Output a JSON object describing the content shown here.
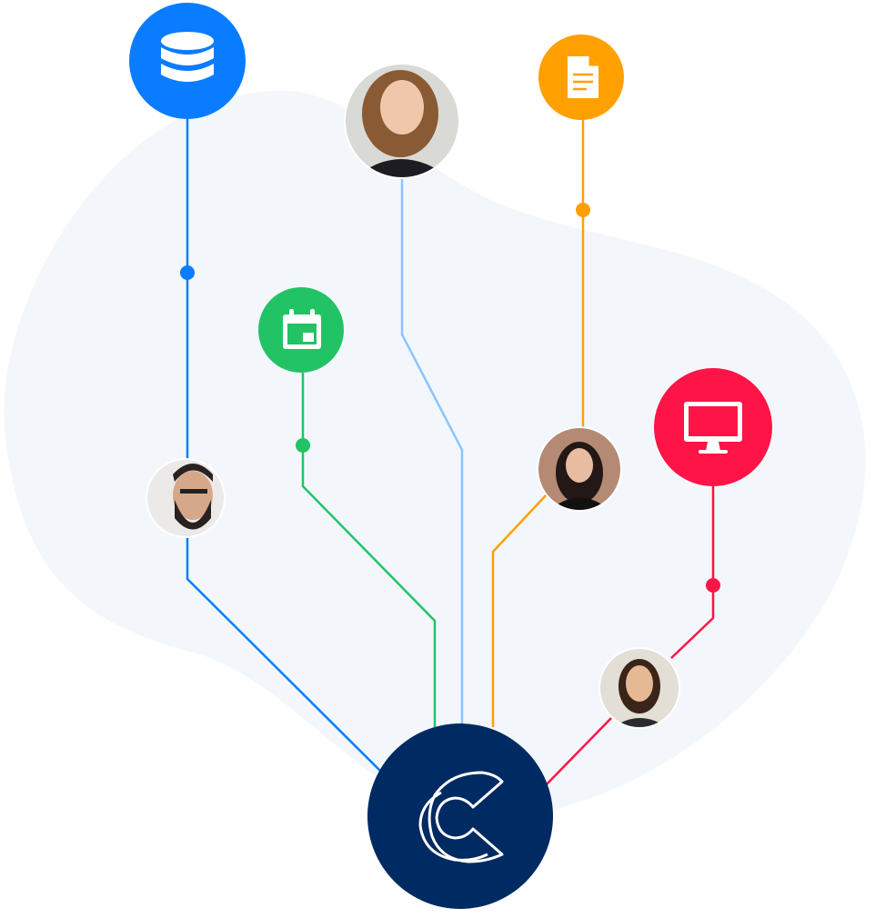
{
  "colors": {
    "database": "#0a7cff",
    "person_line": "#8cc4ff",
    "document": "#ffa000",
    "calendar": "#22c365",
    "monitor": "#ff1447",
    "hub": "#002a62",
    "blob": "#f3f7fc"
  },
  "nodes": [
    {
      "type": "icon",
      "icon": "database-icon"
    },
    {
      "type": "avatar",
      "icon": "person-avatar"
    },
    {
      "type": "icon",
      "icon": "document-icon"
    },
    {
      "type": "icon",
      "icon": "calendar-icon"
    },
    {
      "type": "icon",
      "icon": "monitor-icon"
    },
    {
      "type": "avatar",
      "icon": "person-avatar"
    },
    {
      "type": "avatar",
      "icon": "person-avatar"
    },
    {
      "type": "avatar",
      "icon": "person-avatar"
    }
  ],
  "hub": {
    "icon": "company-logo-icon"
  }
}
